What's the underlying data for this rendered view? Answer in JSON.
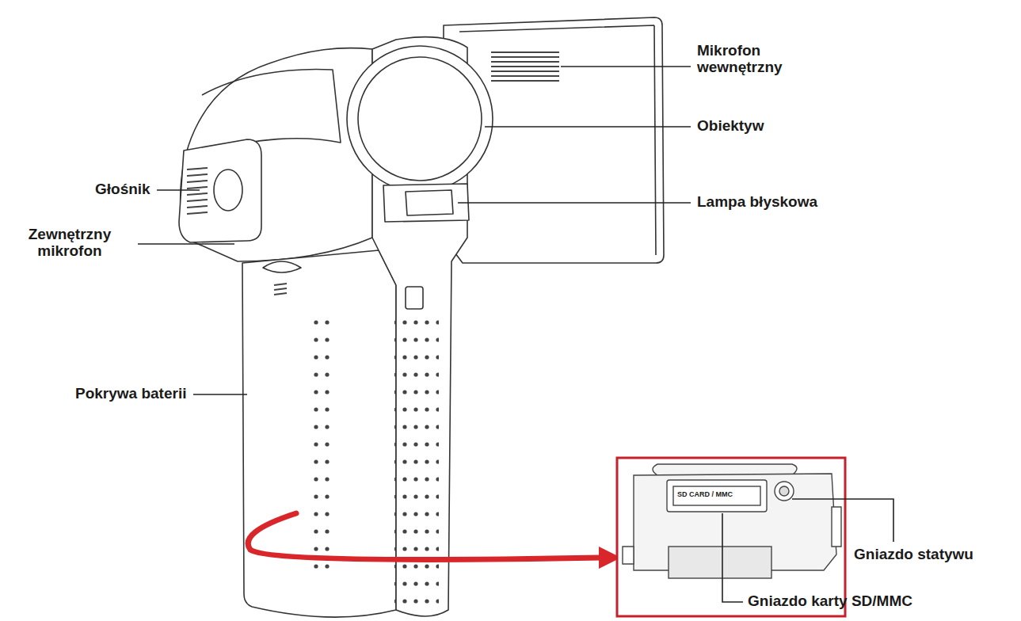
{
  "diagram": {
    "labels": [
      "Mikrofon wewnętrzny",
      "Obiektyw",
      "Głośnik",
      "Lampa błyskowa",
      "Zewnętrzny mikrofon",
      "Pokrywa baterii",
      "SD CARD / MMC",
      "Gniazdo statywu",
      "Gniazdo karty SD/MMC"
    ]
  }
}
